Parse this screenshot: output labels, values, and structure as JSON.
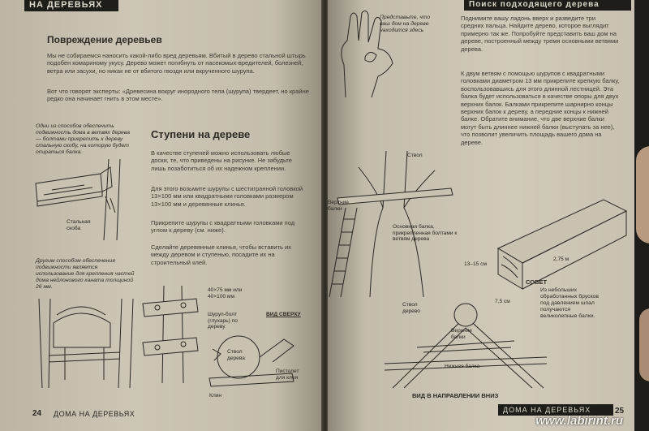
{
  "left": {
    "header": "НА ДЕРЕВЬЯХ",
    "title": "Повреждение деревьев",
    "p1": "Мы не собираемся наносить какой-либо вред деревьям. Вбитый в дерево стальной штырь подобен комариному укусу. Дерево может погибнуть от насекомых-вредителей, болезней, ветра или засухи, но никак не от вбитого гвоздя или вкрученного шурупа.",
    "p2": "Вот что говорят эксперты: «Древесина вокруг инородного тела (шурупа) твердеет, но крайне редко она начинает гнить в этом месте».",
    "cap1": "Одни из способов обеспечить подвижность дома в ветвях дерева — болтами прикрепить к дереву стальную скобу, на которую будет опираться балка.",
    "lbl_brace": "Стальная скоба",
    "cap2": "Другим способом обеспечения подвижности является использование для крепления частей дома нейлонового каната толщиной 26 мм.",
    "steps_title": "Ступени на дереве",
    "sp1": "В качестве ступеней можно использовать любые доски, те, что приведены на рисунке. Не забудьте лишь позаботиться об их надежном креплении.",
    "sp2": "Для этого возьмите шурупы с шестигранной головкой 13×100 мм или квадратными головками размером 13×100 мм и деревянные клинья.",
    "sp3": "Прикрепите шурупы с квадратными головками под углом к дереву (см. ниже).",
    "sp4": "Сделайте деревянные клинья, чтобы вставить их между деревом и ступенью, посадите их на строительный клей.",
    "lbl_size": "40×75 мм или 40×100 мм",
    "lbl_screw": "Шуруп-болт (глухарь) по дереву",
    "lbl_top": "ВИД СВЕРХУ",
    "lbl_trunk": "Ствол дерева",
    "lbl_wedge": "Клин",
    "lbl_gun": "Пистолет для клея",
    "footer_num": "24",
    "footer_title": "ДОМА НА ДЕРЕВЬЯХ"
  },
  "right": {
    "header": "Поиск подходящего дерева",
    "cap_hand": "Представьте, что ваш дом на дереве находится здесь",
    "p1": "Поднимите вашу ладонь вверх и разведите три средних пальца. Найдите дерево, которое выглядит примерно так же. Попробуйте представить ваш дом на дереве, построенный между тремя основными ветвями дерева.",
    "p2": "К двум ветвям с помощью шурупов с квадратными головками диаметром 13 мм прикрепите крепкую балку, воспользовавшись для этого длинной лестницей. Эта балка будет использоваться в качестве опоры для двух верхних балок. Балками прикрепите шарнирно концы верхних балок к дереву, а передние концы к нижней балке. Обратите внимание, что две верхние балки могут быть длиннее нижней балки (выступать за нее), что позволит увеличить площадь вашего дома на дереве.",
    "lbl_trunk": "Ствол",
    "lbl_upper": "Верхние балки",
    "lbl_main": "Основная балка, прикрепленная болтами к ветвям дерева",
    "lbl_size1": "13–15 см",
    "lbl_size2": "2,75 м",
    "lbl_size3": "7,5 см",
    "advice_title": "СОВЕТ",
    "advice": "Из небольших обработанных брусков под давлением шпал получаются великолепные балки.",
    "lbl_trunk2": "Ствол дерево",
    "lbl_upper2": "Верхние балки",
    "lbl_lower": "Нижняя балка",
    "view_down": "ВИД В НАПРАВЛЕНИИ ВНИЗ",
    "footer_title": "ДОМА НА ДЕРЕВЬЯХ",
    "footer_num": "25"
  },
  "watermark": "www.labirint.ru"
}
